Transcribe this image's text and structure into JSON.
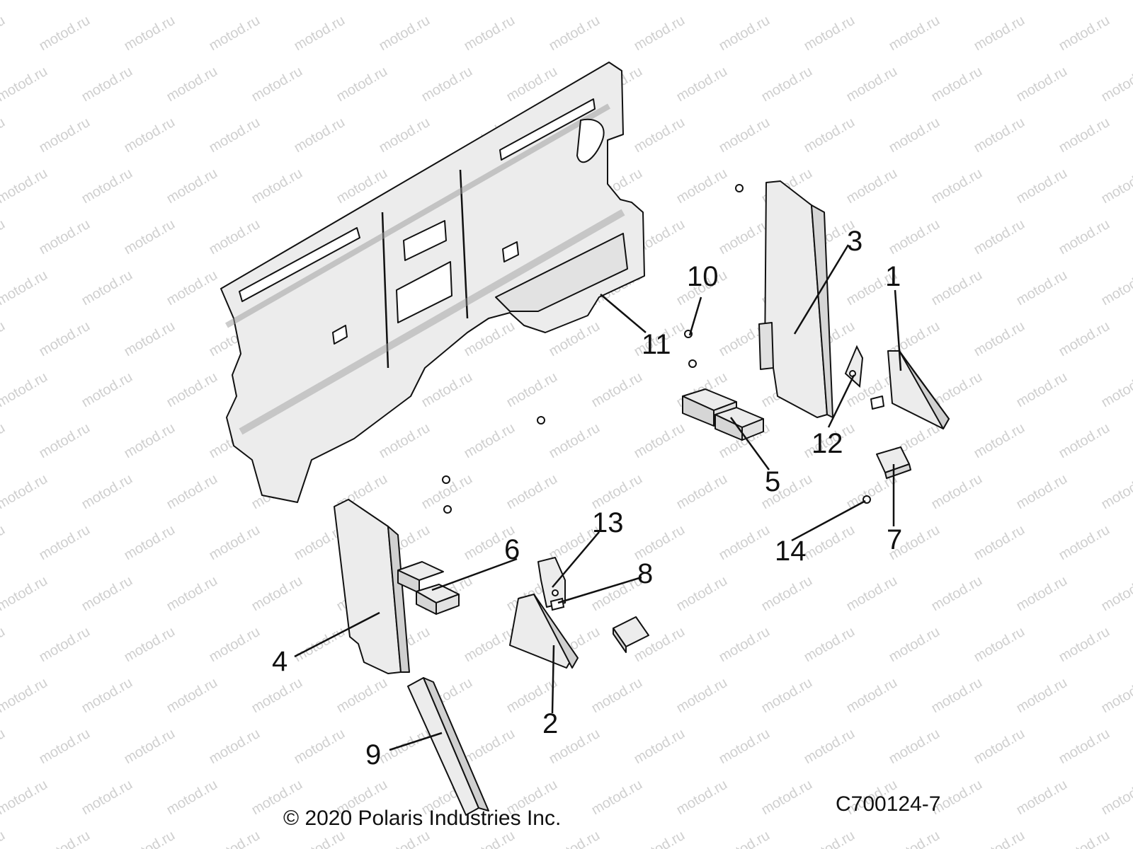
{
  "watermark_text": "motod.ru",
  "copyright": "© 2020 Polaris Industries Inc.",
  "drawing_number": "C700124-7",
  "callouts": [
    "1",
    "2",
    "3",
    "4",
    "5",
    "6",
    "7",
    "8",
    "9",
    "10",
    "11",
    "12",
    "13",
    "14"
  ],
  "colors": {
    "line": "#111111",
    "part_fill": "#ececec",
    "part_shade": "#d6d6d6",
    "watermark": "#cfcfcf"
  }
}
